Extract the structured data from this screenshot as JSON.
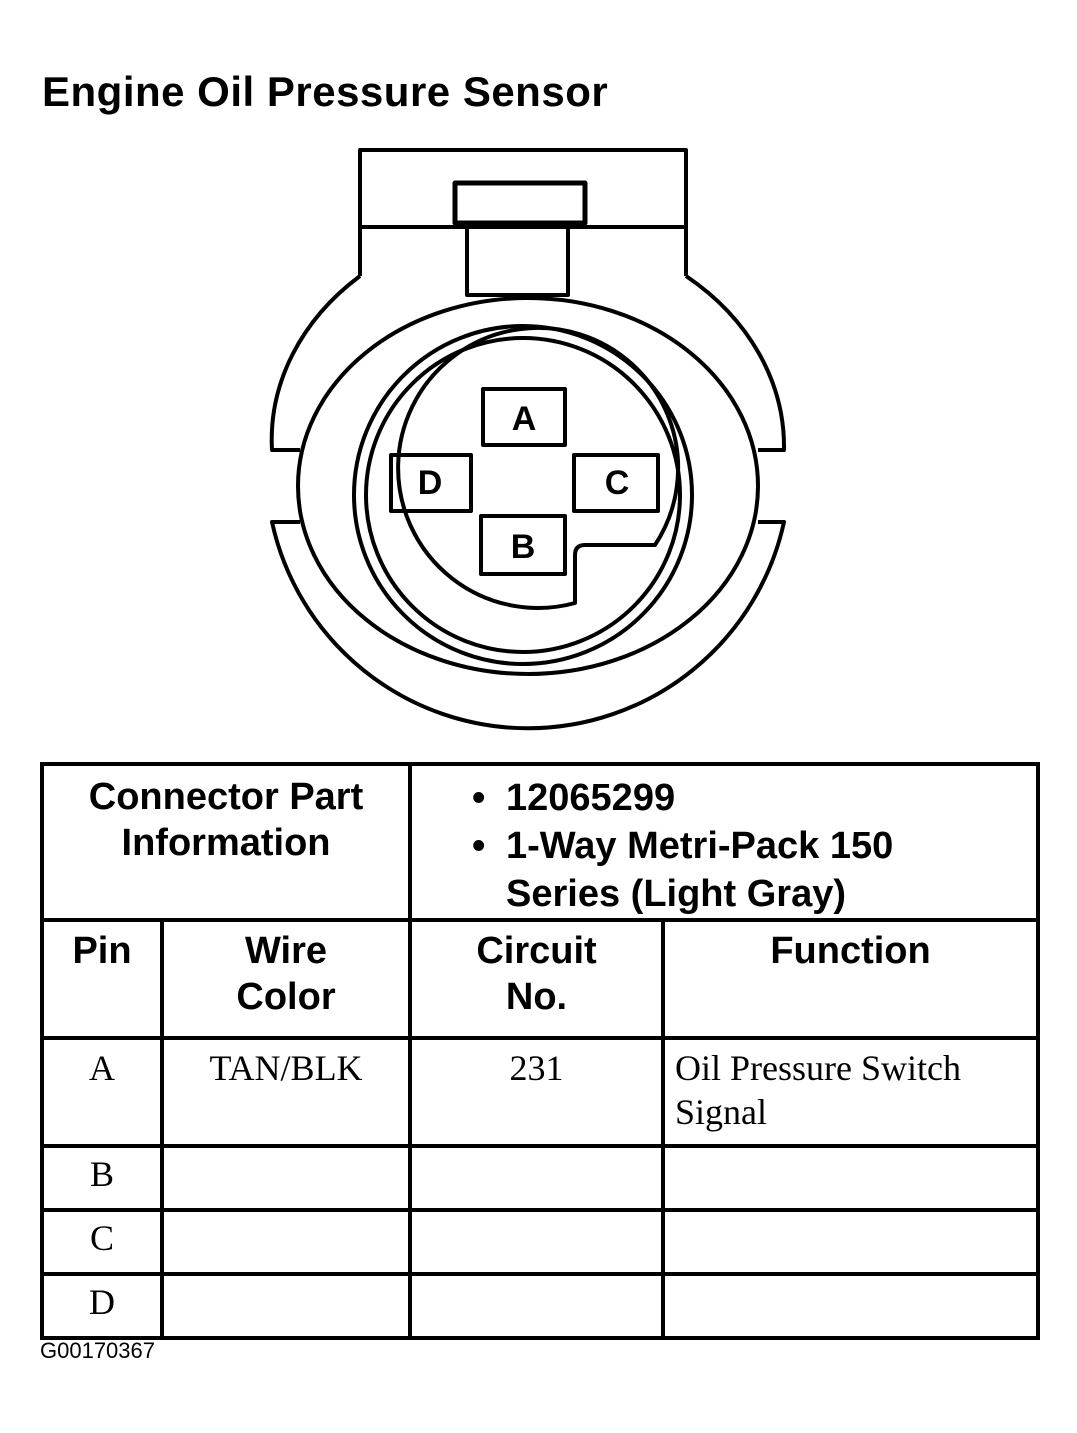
{
  "title": "Engine Oil Pressure Sensor",
  "connector": {
    "pins": [
      "A",
      "B",
      "C",
      "D"
    ]
  },
  "part_info": {
    "label_line1": "Connector Part",
    "label_line2": "Information",
    "bullet_symbol": "•",
    "part_number": "12065299",
    "description_line1": "1-Way Metri-Pack 150",
    "description_line2": "Series (Light Gray)"
  },
  "table": {
    "headers": {
      "pin": "Pin",
      "wire_color_line1": "Wire",
      "wire_color_line2": "Color",
      "circuit_line1": "Circuit",
      "circuit_line2": "No.",
      "function": "Function"
    },
    "rows": [
      {
        "pin": "A",
        "wire_color": "TAN/BLK",
        "circuit": "231",
        "function_line1": "Oil Pressure Switch",
        "function_line2": "Signal"
      },
      {
        "pin": "B",
        "wire_color": "",
        "circuit": "",
        "function_line1": "",
        "function_line2": ""
      },
      {
        "pin": "C",
        "wire_color": "",
        "circuit": "",
        "function_line1": "",
        "function_line2": ""
      },
      {
        "pin": "D",
        "wire_color": "",
        "circuit": "",
        "function_line1": "",
        "function_line2": ""
      }
    ]
  },
  "figure_code": "G00170367"
}
